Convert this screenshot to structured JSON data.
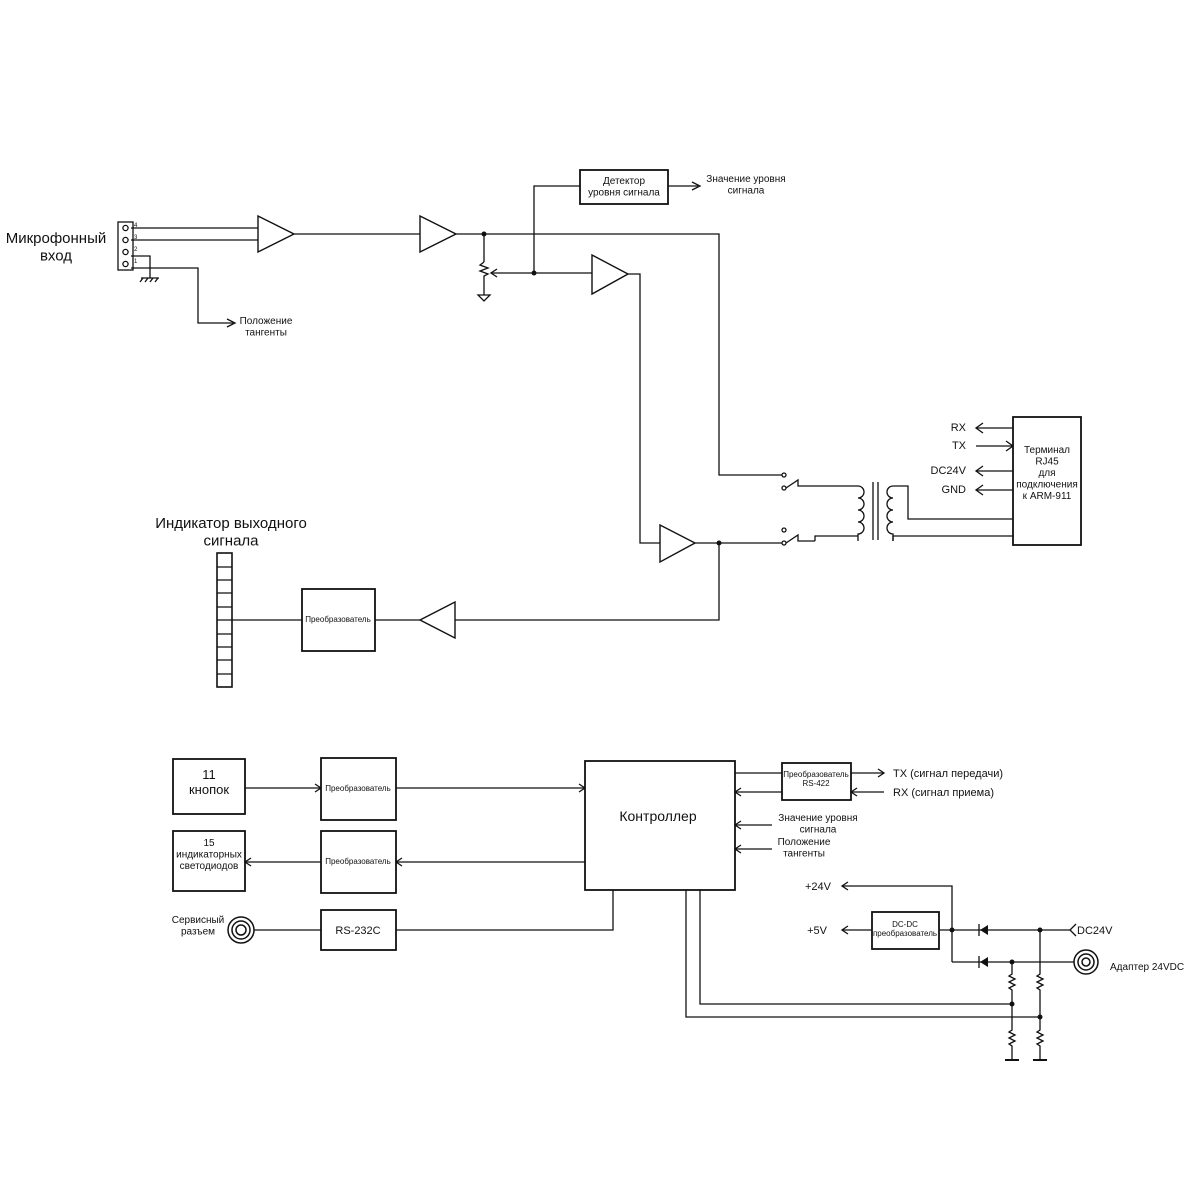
{
  "diagram": {
    "mic_input": "Микрофонный\nвход",
    "pins": [
      "4",
      "3",
      "2",
      "1"
    ],
    "ptt_status": "Положение\nтангенты",
    "detector": "Детектор\nуровня сигнала",
    "signal_level": "Значение уровня\nсигнала",
    "rj45_terminal": "Терминал\nRJ45\nдля\nподключения\nк ARM-911",
    "rj_signals": [
      "RX",
      "TX",
      "DC24V",
      "GND"
    ],
    "output_indicator": "Индикатор выходного\nсигнала",
    "converter": "Преобразователь",
    "buttons_block": "11\nкнопок",
    "leds_block": "15\nиндикаторных\nсветодиодов",
    "service_port": "Сервисный\nразъем",
    "rs232": "RS-232C",
    "controller": "Контроллер",
    "rs422_converter": "Преобразователь\nRS-422",
    "tx_out": "TX (сигнал передачи)",
    "rx_in": "RX (сигнал приема)",
    "ctrl_signal_level": "Значение уровня\nсигнала",
    "ctrl_ptt": "Положение\nтангенты",
    "v24": "+24V",
    "v5": "+5V",
    "dcdc": "DC-DC\nпреобразователь",
    "dc24v_in": "DC24V",
    "adapter": "Адаптер  24VDC"
  }
}
